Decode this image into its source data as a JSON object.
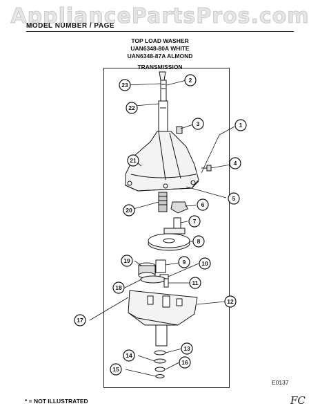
{
  "watermark": "AppliancePartsPros.com",
  "header": {
    "model_line": "MODEL NUMBER / PAGE",
    "product": "TOP LOAD WASHER",
    "models": [
      "UAN6348-80A WHITE",
      "UAN6348-87A ALMOND"
    ],
    "section": "TRANSMISSION"
  },
  "callouts": [
    "1",
    "2",
    "3",
    "4",
    "5",
    "6",
    "7",
    "8",
    "9",
    "10",
    "11",
    "12",
    "13",
    "14",
    "15",
    "16",
    "17",
    "18",
    "19",
    "20",
    "21",
    "22",
    "23"
  ],
  "drawing_code": "E0137",
  "footnote": "* = NOT ILLUSTRATED",
  "handwritten_note": "FC",
  "colors": {
    "ink": "#111111",
    "frame": "#222222",
    "watermark": "#e6e6e6"
  }
}
